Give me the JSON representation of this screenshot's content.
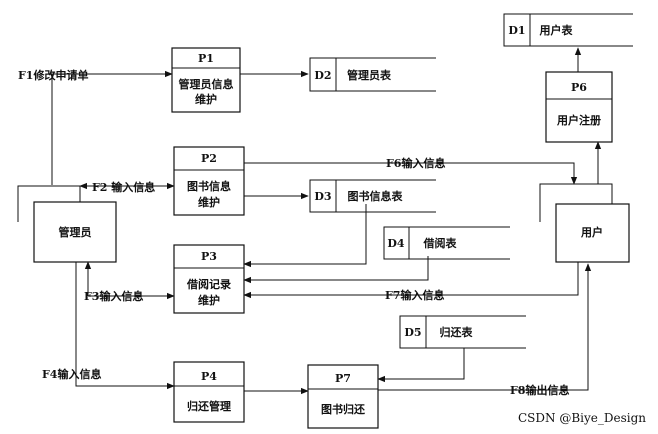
{
  "processes": [
    {
      "id": "P1",
      "line1": "管理员信息",
      "line2": "维护"
    },
    {
      "id": "P2",
      "line1": "图书信息",
      "line2": "维护"
    },
    {
      "id": "P3",
      "line1": "借阅记录",
      "line2": "维护"
    },
    {
      "id": "P4",
      "line1": "归还管理",
      "line2": ""
    },
    {
      "id": "P6",
      "line1": "用户注册",
      "line2": ""
    },
    {
      "id": "P7",
      "line1": "图书归还",
      "line2": ""
    }
  ],
  "stores": [
    {
      "id": "D1",
      "name": "用户表"
    },
    {
      "id": "D2",
      "name": "管理员表"
    },
    {
      "id": "D3",
      "name": "图书信息表"
    },
    {
      "id": "D4",
      "name": "借阅表"
    },
    {
      "id": "D5",
      "name": "归还表"
    }
  ],
  "entities": {
    "admin": "管理员",
    "user": "用户"
  },
  "flows": {
    "f1": "F1修改申请单",
    "f2": "F2 输入信息",
    "f3": "F3输入信息",
    "f4": "F4输入信息",
    "f6": "F6输入信息",
    "f7": "F7输入信息",
    "f8": "F8输出信息"
  },
  "watermark": "CSDN @Biye_Design"
}
